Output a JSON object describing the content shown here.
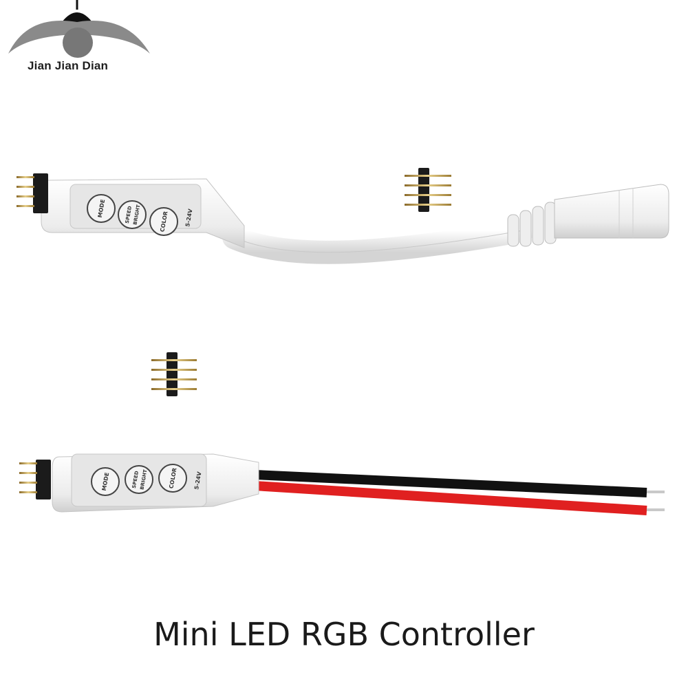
{
  "brand": {
    "name": "Jian Jian Dian",
    "logo_icon": "pendant-lamp-icon"
  },
  "controller_upper": {
    "buttons": [
      "MODE",
      "SPEED",
      "BRIGHT",
      "COLOR"
    ],
    "voltage_label": "5-24V",
    "connector": "dc-female-jack"
  },
  "controller_lower": {
    "buttons": [
      "MODE",
      "SPEED",
      "BRIGHT",
      "COLOR"
    ],
    "voltage_label": "5-24V",
    "wire_colors": [
      "#111111",
      "#e02020"
    ]
  },
  "caption": "Mini LED RGB Controller"
}
